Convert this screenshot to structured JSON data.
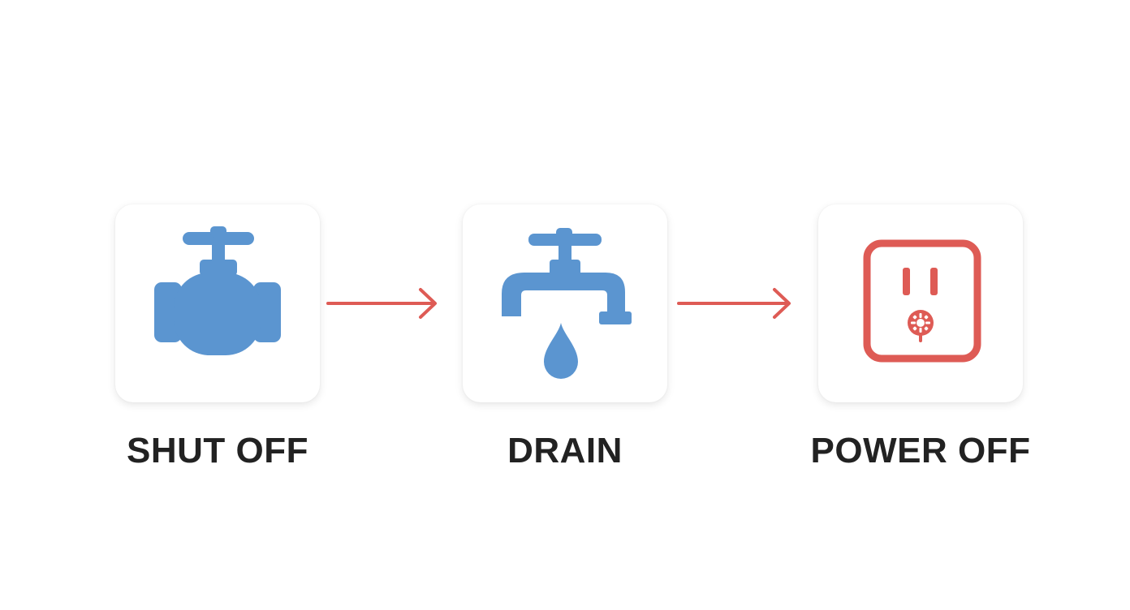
{
  "steps": [
    {
      "label": "SHUT OFF",
      "icon": "valve-icon",
      "color": "#5b95d0"
    },
    {
      "label": "DRAIN",
      "icon": "faucet-drip-icon",
      "color": "#5b95d0"
    },
    {
      "label": "POWER OFF",
      "icon": "power-outlet-icon",
      "color": "#de5b55"
    }
  ],
  "arrow_color": "#de5b55"
}
